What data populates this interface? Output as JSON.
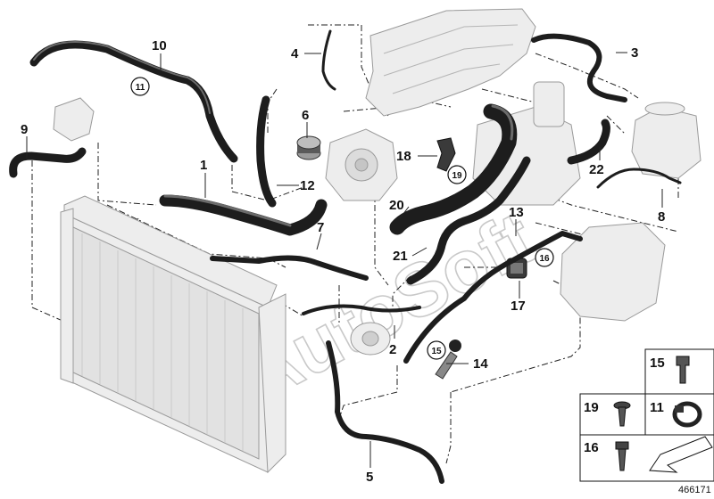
{
  "callouts": [
    {
      "id": "c1",
      "label": "1"
    },
    {
      "id": "c2",
      "label": "2"
    },
    {
      "id": "c3",
      "label": "3"
    },
    {
      "id": "c4",
      "label": "4"
    },
    {
      "id": "c5",
      "label": "5"
    },
    {
      "id": "c6",
      "label": "6"
    },
    {
      "id": "c7",
      "label": "7"
    },
    {
      "id": "c8",
      "label": "8"
    },
    {
      "id": "c9",
      "label": "9"
    },
    {
      "id": "c10",
      "label": "10"
    },
    {
      "id": "c12",
      "label": "12"
    },
    {
      "id": "c13",
      "label": "13"
    },
    {
      "id": "c14",
      "label": "14"
    },
    {
      "id": "c17",
      "label": "17"
    },
    {
      "id": "c18",
      "label": "18"
    },
    {
      "id": "c20",
      "label": "20"
    },
    {
      "id": "c21",
      "label": "21"
    },
    {
      "id": "c22",
      "label": "22"
    }
  ],
  "circled_callouts": [
    {
      "id": "cc11",
      "label": "11"
    },
    {
      "id": "cc19",
      "label": "19"
    },
    {
      "id": "cc16",
      "label": "16"
    },
    {
      "id": "cc15",
      "label": "15"
    }
  ],
  "legend": [
    {
      "id": "l15",
      "label": "15",
      "icon": "bolt-icon"
    },
    {
      "id": "l19",
      "label": "19",
      "icon": "push-rivet-icon"
    },
    {
      "id": "l11",
      "label": "11",
      "icon": "hose-clamp-icon"
    },
    {
      "id": "l16",
      "label": "16",
      "icon": "screw-icon"
    },
    {
      "id": "l-arrow",
      "label": "",
      "icon": "arrow-icon"
    }
  ],
  "reference_number": "466171",
  "watermark": "AutoSoft"
}
